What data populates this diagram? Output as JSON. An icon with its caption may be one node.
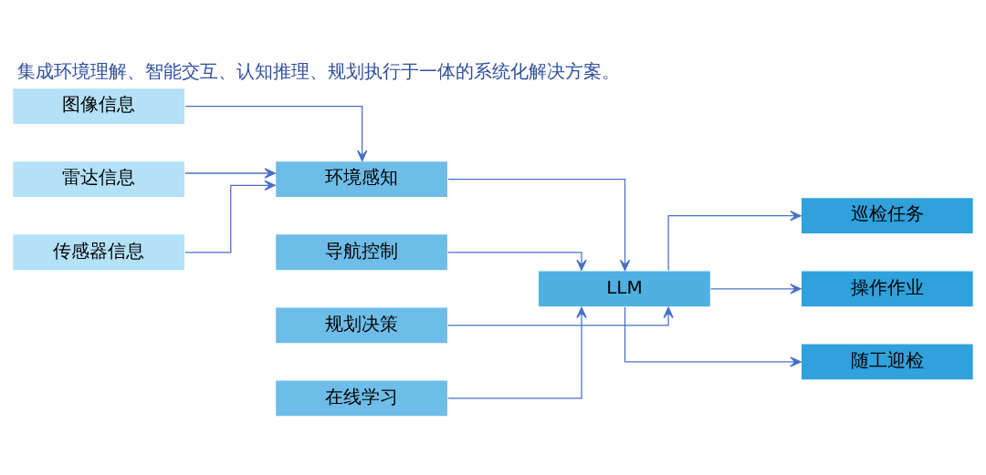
{
  "diagram": {
    "title": "集成环境理解、智能交互、认知推理、规划执行于一体的系统化解决方案。",
    "nodes": [
      {
        "text": [
          "图像信息"
        ]
      },
      {
        "text": [
          "雷达信息"
        ]
      },
      {
        "text": [
          "传感器信息"
        ]
      },
      {
        "text": [
          "环境感知"
        ]
      },
      {
        "text": [
          "导航控制"
        ]
      },
      {
        "text": [
          "规划决策"
        ]
      },
      {
        "text": [
          "在线学习"
        ]
      },
      {
        "text": [
          "LLM"
        ]
      },
      {
        "text": [
          "巡检任务"
        ]
      },
      {
        "text": [
          "操作作业"
        ]
      },
      {
        "text": [
          "随工迎检"
        ]
      }
    ],
    "edges": [
      {
        "from": 0,
        "to": 3,
        "arrow": "to"
      },
      {
        "from": 1,
        "to": 3,
        "arrow": "to"
      },
      {
        "from": 2,
        "to": 3,
        "arrow": "to"
      },
      {
        "from": 3,
        "to": 7,
        "arrow": "to"
      },
      {
        "from": 4,
        "to": 7,
        "arrow": "to"
      },
      {
        "from": 5,
        "to": 7,
        "arrow": "to"
      },
      {
        "from": 6,
        "to": 7,
        "arrow": "to"
      },
      {
        "from": 7,
        "to": 8,
        "arrow": "to"
      },
      {
        "from": 7,
        "to": 9,
        "arrow": "to"
      },
      {
        "from": 7,
        "to": 10,
        "arrow": "to"
      }
    ]
  }
}
